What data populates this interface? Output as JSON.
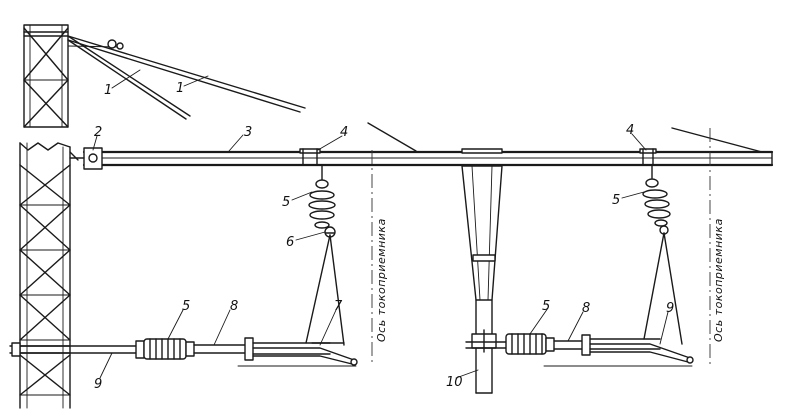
{
  "labels": {
    "l1a": "1",
    "l1b": "1",
    "l2": "2",
    "l3": "3",
    "l4a": "4",
    "l4b": "4",
    "l5a": "5",
    "l5b": "5",
    "l5c": "5",
    "l5d": "5",
    "l6": "6",
    "l7": "7",
    "l8a": "8",
    "l8b": "8",
    "l9a": "9",
    "l9b": "9",
    "l10": "10"
  },
  "axis_label": "Ось токоприемника"
}
